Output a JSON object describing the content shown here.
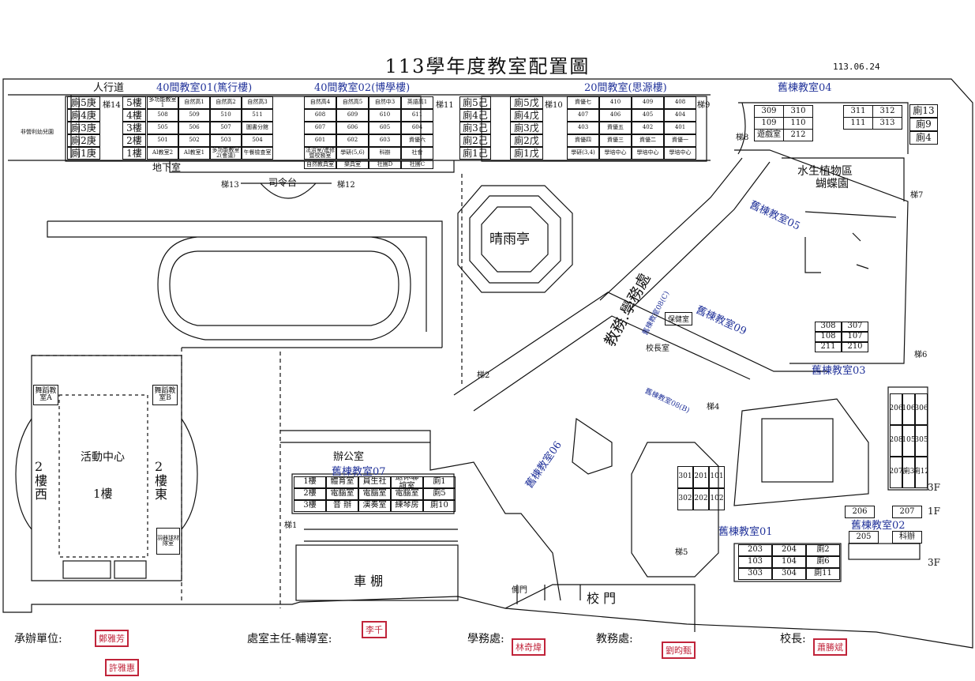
{
  "title": "113學年度教室配置圖",
  "date": "113.06.24",
  "top_labels": {
    "walkway": "人行道",
    "b01": "40間教室01(篤行樓)",
    "b02": "40間教室02(博學樓)",
    "bsi": "20間教室(思源樓)",
    "old04": "舊棟教室04"
  },
  "left_block": {
    "note": "非營利幼兒園",
    "toilets": [
      "廁5庚",
      "廁4庚",
      "廁3庚",
      "廁2庚",
      "廁1庚"
    ],
    "stair": "梯14",
    "floors": [
      "5樓",
      "4樓",
      "3樓",
      "2樓",
      "1樓"
    ],
    "rows": [
      [
        "多功能教室1",
        "自然高1",
        "自然高2",
        "自然高3"
      ],
      [
        "508",
        "509",
        "510",
        "511"
      ],
      [
        "505",
        "506",
        "507",
        "圖書分館"
      ],
      [
        "501",
        "502",
        "503",
        "504"
      ],
      [
        "AI教室2",
        "AI教室1",
        "多功能教室2(會議)",
        "午餐檢查室"
      ]
    ],
    "basement": "地下室"
  },
  "mid_block": {
    "rows": [
      [
        "自然高4",
        "自然高5",
        "自然中3",
        "英語高1"
      ],
      [
        "608",
        "609",
        "610",
        "611"
      ],
      [
        "607",
        "606",
        "605",
        "604"
      ],
      [
        "601",
        "602",
        "603",
        "資優六"
      ],
      [
        "法治室/進修暨校務室",
        "學研(5,6)",
        "科辦",
        "社會"
      ]
    ],
    "stair": "梯11",
    "toilets": [
      "廁5己",
      "廁4己",
      "廁3己",
      "廁2己",
      "廁1己"
    ],
    "sub": [
      "自然教具室",
      "樂具室",
      "社團D",
      "社團C"
    ]
  },
  "right_block": {
    "toilets": [
      "廁5戊",
      "廁4戊",
      "廁3戊",
      "廁2戊",
      "廁1戊"
    ],
    "stair": "梯10",
    "rows": [
      [
        "資優七",
        "410",
        "409",
        "408"
      ],
      [
        "407",
        "406",
        "405",
        "404"
      ],
      [
        "403",
        "資優五",
        "402",
        "401"
      ],
      [
        "資優四",
        "資優三",
        "資優二",
        "資優一"
      ],
      [
        "學研(3,4)",
        "學培中心",
        "學培中心",
        "學培中心"
      ]
    ],
    "stair2": "梯9"
  },
  "old04": {
    "rooms": [
      "309",
      "310",
      "109",
      "110",
      "311",
      "312",
      "111",
      "313",
      "遊戲室",
      "212"
    ],
    "toilets": [
      "廁13",
      "廁9",
      "廁4"
    ],
    "stair": "梯8"
  },
  "places": {
    "stage": "司令台",
    "stair13": "梯13",
    "stair12": "梯12",
    "pavilion": "晴雨亭",
    "aquatic": "水生植物區",
    "butterfly": "蝴蝶園",
    "stair7": "梯7",
    "old05": "舊棟教室05",
    "academic": "教務.學務處",
    "old08c": "舊棟教室08(C)",
    "health": "保健室",
    "principal": "校長室",
    "old09": "舊棟教室09",
    "stair2": "梯2",
    "stair4": "梯4",
    "stair6": "梯6",
    "old03": "舊棟教室03",
    "old08b": "舊棟教室08(B)",
    "old06": "舊棟教室06",
    "office": "辦公室",
    "old07": "舊棟教室07",
    "stair1": "梯1",
    "bikeshed": "車   棚",
    "sidegate": "側門",
    "gate": "校   門",
    "stair5": "梯5",
    "old01": "舊棟教室01",
    "old02": "舊棟教室02",
    "f3a": "3F",
    "f1": "1F",
    "f3b": "3F"
  },
  "activity": {
    "danceA": "舞蹈教室A",
    "danceB": "舞蹈教室B",
    "center": "活動中心",
    "floor1": "1樓",
    "west": "2樓西",
    "east": "2樓東",
    "scout": "羽器球材隊室"
  },
  "old07_rows": [
    [
      "1樓",
      "體育室",
      "員生社",
      "退休聯誼室",
      "廁1"
    ],
    [
      "2樓",
      "電腦室",
      "電腦室",
      "電腦室",
      "廁5"
    ],
    [
      "3樓",
      "音 辦",
      "演奏室",
      "練琴房",
      "廁10"
    ]
  ],
  "old03_rooms": [
    "308",
    "307",
    "108",
    "107",
    "211",
    "210"
  ],
  "old03_vert": [
    "206",
    "106",
    "306",
    "208",
    "105",
    "305",
    "207",
    "廁3",
    "廁12"
  ],
  "old01_rooms": [
    "301",
    "201",
    "101",
    "302",
    "202",
    "102"
  ],
  "old01_lower": [
    "203",
    "204",
    "廁2",
    "103",
    "104",
    "廁6",
    "303",
    "304",
    "廁11"
  ],
  "old02_rooms": [
    "206",
    "207",
    "205",
    "科辦"
  ],
  "signatures": {
    "host": "承辦單位:",
    "director": "處室主任-輔導室:",
    "student": "學務處:",
    "teaching": "教務處:",
    "principal": "校長:",
    "stamp1": "鄭雅芳",
    "stamp2": "許雅惠",
    "stamp3": "李千",
    "stamp4": "林奇煒",
    "stamp5": "劉昀甄",
    "stamp6": "蕭勝斌"
  }
}
